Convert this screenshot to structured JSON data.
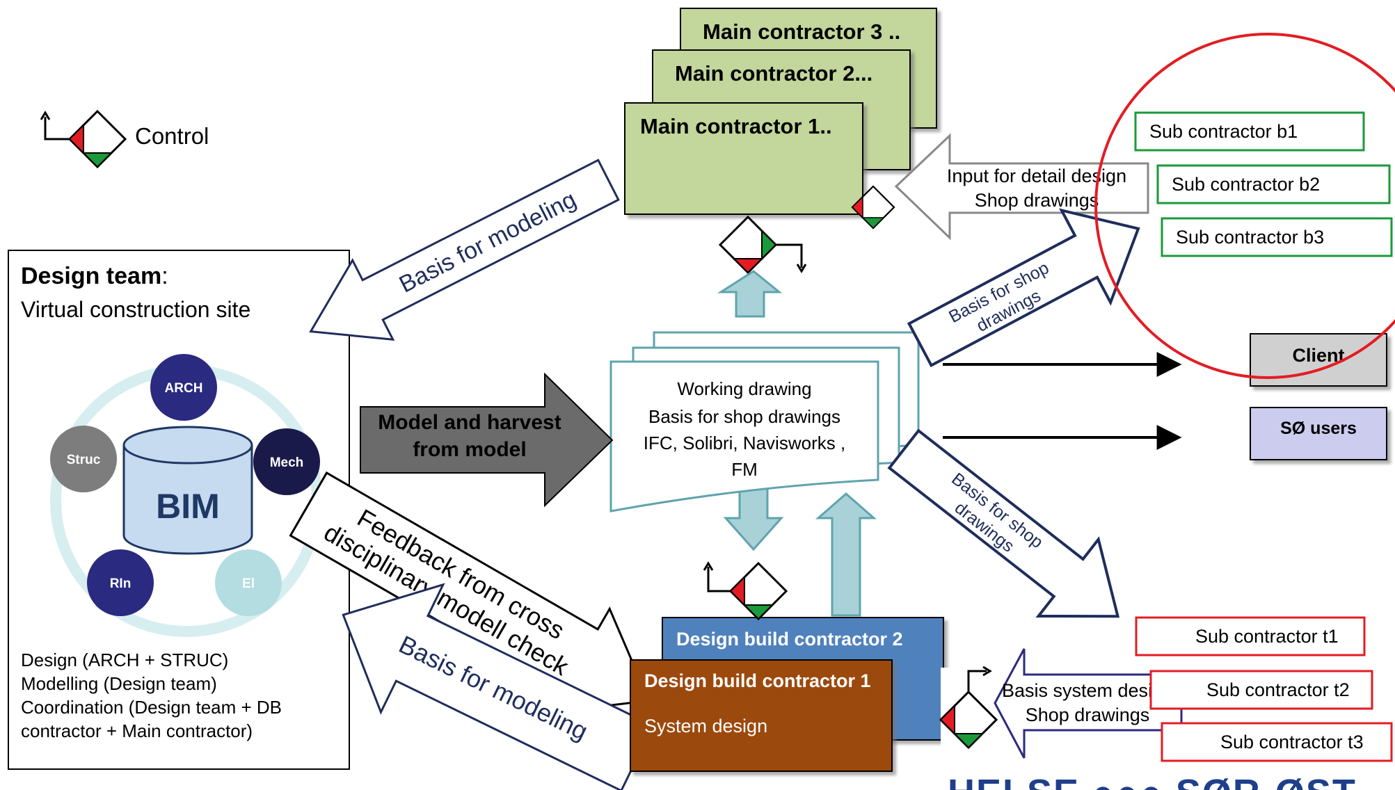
{
  "legend": {
    "label": "Control",
    "icon": "control-diamond-icon"
  },
  "design_team": {
    "title": "Design team",
    "title_suffix": ":",
    "subtitle": "Virtual construction site",
    "hub_label": "BIM",
    "disciplines": [
      "ARCH",
      "Mech",
      "El",
      "RIn",
      "Struc"
    ],
    "notes": [
      "Design (ARCH + STRUC)",
      "Modelling (Design team)",
      "Coordination  (Design team  + DB",
      "contractor + Main contractor)"
    ]
  },
  "main_contractors": [
    "Main contractor 3 ..",
    "Main contractor 2...",
    "Main contractor 1.."
  ],
  "sub_contractors_b": [
    "Sub contractor b1",
    "Sub contractor b2",
    "Sub contractor b3"
  ],
  "sub_contractors_t": [
    "Sub contractor t1",
    "Sub contractor t2",
    "Sub contractor t3"
  ],
  "recipients": [
    "Client",
    "SØ users"
  ],
  "working_drawing": [
    "Working drawing",
    "Basis for shop drawings",
    "IFC, Solibri, Navisworks ,",
    "FM"
  ],
  "design_build": {
    "contractor2": "Design build  contractor 2",
    "contractor1": "Design build contractor 1",
    "contractor1_sub": "System design"
  },
  "arrows": {
    "basis_modeling_top": "Basis for modeling",
    "model_harvest": [
      "Model and harvest",
      "from model"
    ],
    "feedback": [
      "Feedback from cross",
      "disciplinary modell check"
    ],
    "basis_modeling_bottom": "Basis for modeling",
    "input_detail": [
      "Input for detail design",
      "Shop drawings"
    ],
    "basis_shop_top": [
      "Basis for shop",
      "drawings"
    ],
    "basis_shop_bottom": [
      "Basis for shop",
      "drawings"
    ],
    "basis_system": [
      "Basis system design",
      "Shop drawings"
    ]
  },
  "logo_text": "HELSE ●●● SØR-ØST",
  "colors": {
    "green_box": "#c3d69b",
    "blue_box": "#4f81bd",
    "brown_box": "#9c4a0a",
    "client_box": "#d0d0d0",
    "users_box": "#ccccee",
    "light_arrow": "#a8d2d8",
    "dark_arrow": "#6b6b6b",
    "navy": "#1f2d5c",
    "red_circle": "#e31c23",
    "green_outline": "#1a9a3a",
    "red_outline": "#e31c23"
  }
}
